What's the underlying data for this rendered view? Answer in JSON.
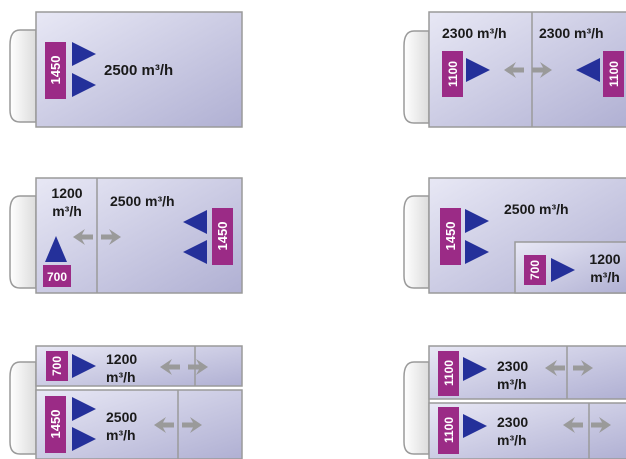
{
  "colors": {
    "fan_tag": "#9b2b86",
    "arrow_blue": "#24309a",
    "arrow_gray": "#9a9a9a",
    "compartment_light": "#e6e6f4",
    "compartment_dark": "#b2b2d4",
    "outline": "#9a9a9a"
  },
  "config1": {
    "fan": "1450",
    "flow": "2500 m³/h"
  },
  "config2": {
    "left_flow": "2300 m³/h",
    "right_flow": "2300 m³/h",
    "left_fan": "1100",
    "right_fan": "1100"
  },
  "config3": {
    "small_flow_line1": "1200",
    "small_flow_line2": "m³/h",
    "small_fan": "700",
    "large_flow": "2500 m³/h",
    "large_fan": "1450"
  },
  "config4": {
    "large_flow": "2500 m³/h",
    "large_fan": "1450",
    "small_fan": "700",
    "small_flow_line1": "1200",
    "small_flow_line2": "m³/h"
  },
  "config5": {
    "top_fan": "700",
    "top_flow_line1": "1200",
    "top_flow_line2": "m³/h",
    "bottom_fan": "1450",
    "bottom_flow_line1": "2500",
    "bottom_flow_line2": "m³/h"
  },
  "config6": {
    "top_fan": "1100",
    "top_flow_line1": "2300",
    "top_flow_line2": "m³/h",
    "bottom_fan": "1100",
    "bottom_flow_line1": "2300",
    "bottom_flow_line2": "m³/h"
  }
}
